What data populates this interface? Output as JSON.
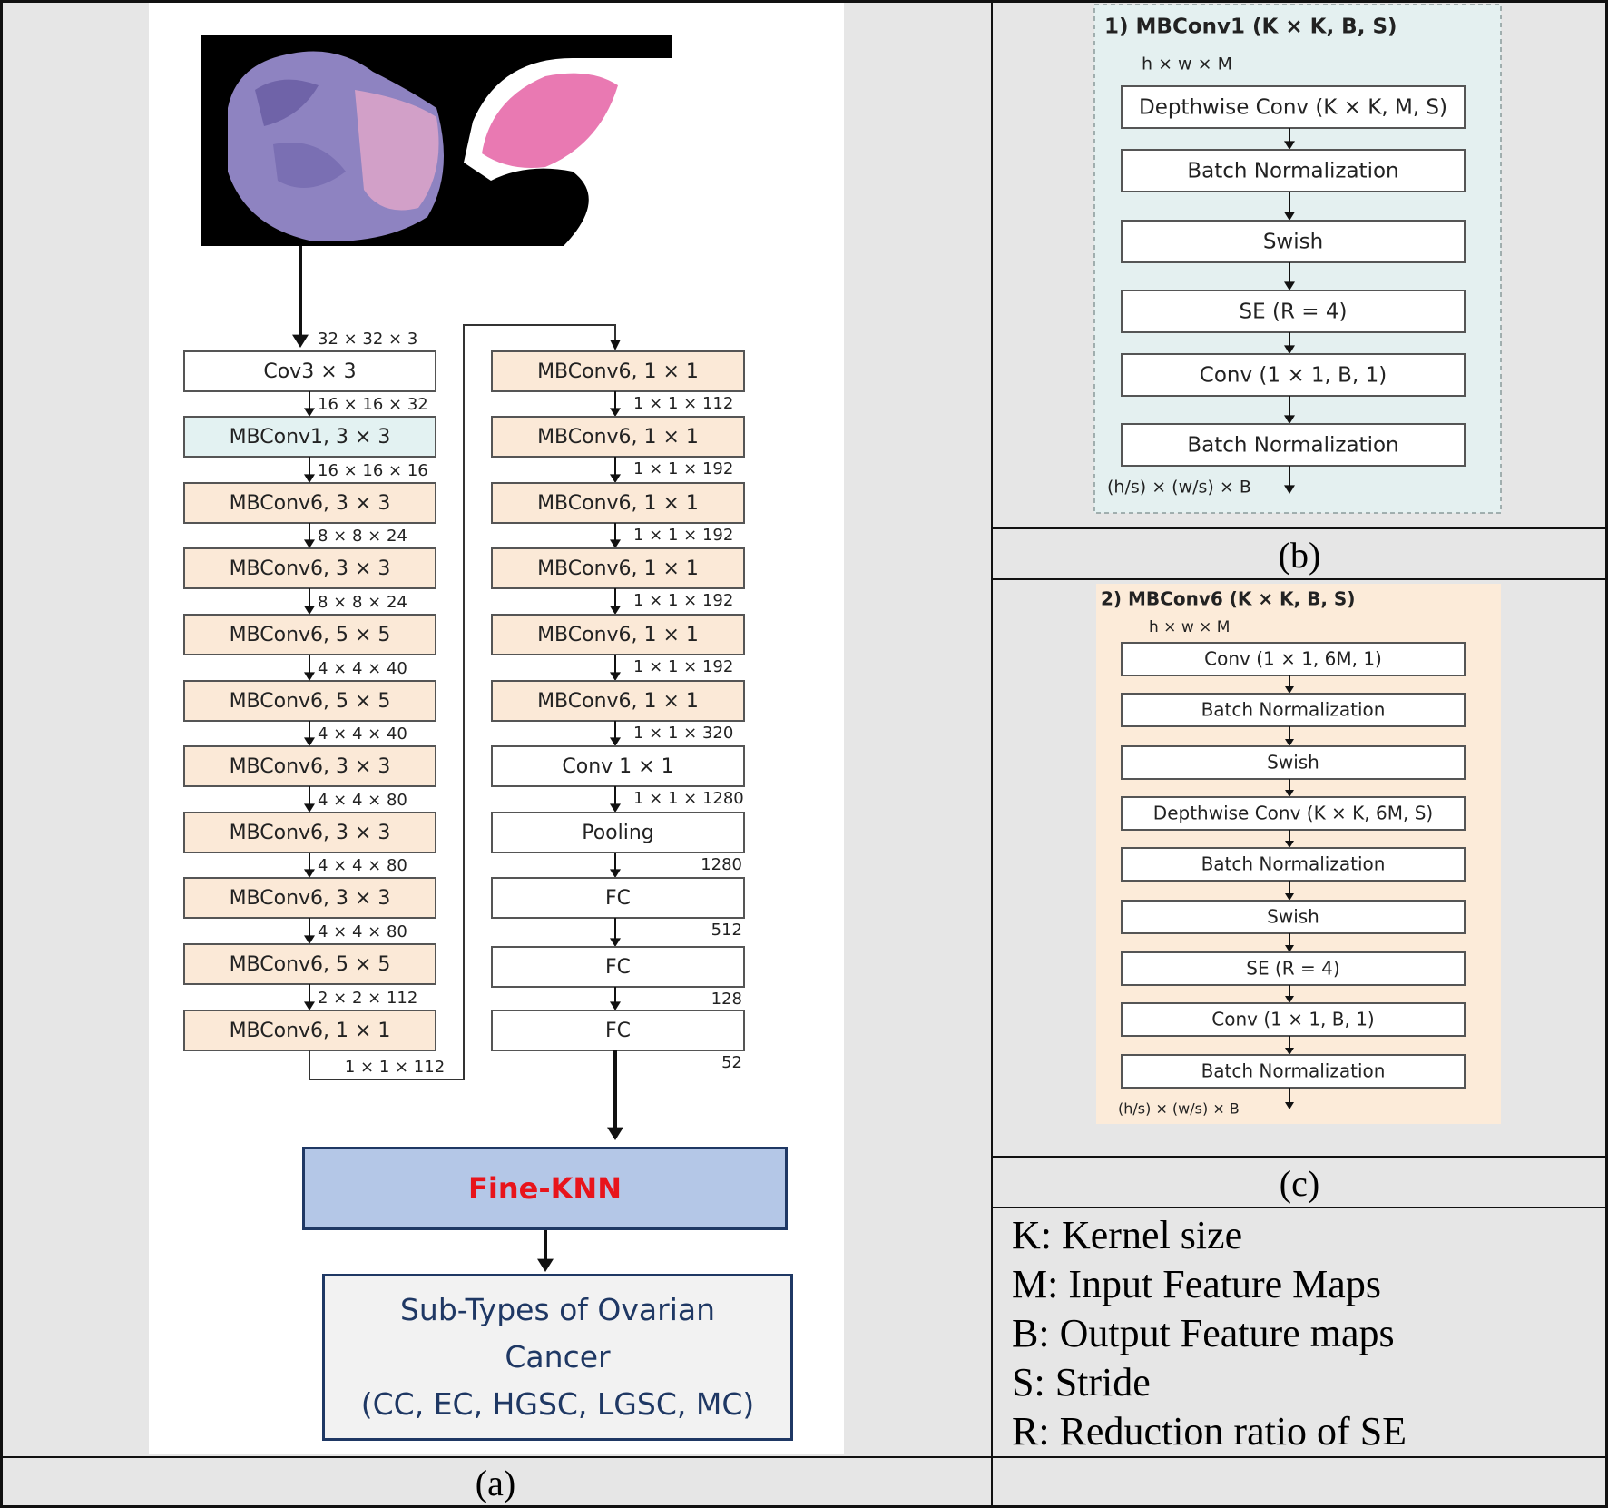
{
  "panel_a": {
    "caption": "(a)",
    "stem_col1": [
      {
        "dim": "32 × 32 × 3",
        "block": "Cov3 × 3",
        "type": "conv"
      },
      {
        "dim": "16 × 16 × 32",
        "block": "MBConv1, 3 × 3",
        "type": "mb1"
      },
      {
        "dim": "16 × 16 × 16",
        "block": "MBConv6, 3 × 3",
        "type": "mb6"
      },
      {
        "dim": "8 × 8 × 24",
        "block": "MBConv6, 3 × 3",
        "type": "mb6"
      },
      {
        "dim": "8 × 8 × 24",
        "block": "MBConv6, 5 × 5",
        "type": "mb6"
      },
      {
        "dim": "4 × 4 × 40",
        "block": "MBConv6, 5 × 5",
        "type": "mb6"
      },
      {
        "dim": "4 × 4 × 40",
        "block": "MBConv6, 3 × 3",
        "type": "mb6"
      },
      {
        "dim": "4 × 4 × 80",
        "block": "MBConv6, 3 × 3",
        "type": "mb6"
      },
      {
        "dim": "4 × 4 × 80",
        "block": "MBConv6, 3 × 3",
        "type": "mb6"
      },
      {
        "dim": "4 × 4 × 80",
        "block": "MBConv6, 5 × 5",
        "type": "mb6"
      },
      {
        "dim": "2 × 2 × 112",
        "block": "MBConv6, 1 × 1",
        "type": "mb6"
      }
    ],
    "col1_out_dim": "1 × 1 × 112",
    "col2": [
      {
        "block": "MBConv6, 1 × 1",
        "type": "mb6",
        "dim_after": "1 × 1 × 112"
      },
      {
        "block": "MBConv6, 1 × 1",
        "type": "mb6",
        "dim_after": "1 × 1 × 192"
      },
      {
        "block": "MBConv6, 1 × 1",
        "type": "mb6",
        "dim_after": "1 × 1 × 192"
      },
      {
        "block": "MBConv6, 1 × 1",
        "type": "mb6",
        "dim_after": "1 × 1 × 192"
      },
      {
        "block": "MBConv6, 1 × 1",
        "type": "mb6",
        "dim_after": "1 × 1 × 192"
      },
      {
        "block": "MBConv6, 1 × 1",
        "type": "mb6",
        "dim_after": "1 × 1 × 320"
      },
      {
        "block": "Conv 1 × 1",
        "type": "conv",
        "dim_after": "1 × 1 × 1280"
      },
      {
        "block": "Pooling",
        "type": "conv",
        "dim_after": "1280"
      },
      {
        "block": "FC",
        "type": "conv",
        "dim_after": "512"
      },
      {
        "block": "FC",
        "type": "conv",
        "dim_after": "128"
      },
      {
        "block": "FC",
        "type": "conv",
        "dim_after": "52"
      }
    ],
    "classifier": "Fine-KNN",
    "output_lines": [
      "Sub-Types of Ovarian",
      "Cancer",
      "(CC, EC, HGSC, LGSC, MC)"
    ]
  },
  "panel_b": {
    "caption": "(b)",
    "title": "1) MBConv1 (K × K, B, S)",
    "input_dim": "h × w × M",
    "blocks": [
      "Depthwise Conv (K × K, M, S)",
      "Batch Normalization",
      "Swish",
      "SE (R = 4)",
      "Conv (1 × 1, B, 1)",
      "Batch Normalization"
    ],
    "output_dim": "(h/s) × (w/s) × B"
  },
  "panel_c": {
    "caption": "(c)",
    "title": "2) MBConv6 (K × K, B, S)",
    "input_dim": "h × w × M",
    "blocks": [
      "Conv (1 × 1, 6M, 1)",
      "Batch Normalization",
      "Swish",
      "Depthwise Conv (K × K, 6M, S)",
      "Batch Normalization",
      "Swish",
      "SE (R = 4)",
      "Conv (1 × 1, B, 1)",
      "Batch Normalization"
    ],
    "output_dim": "(h/s) × (w/s) × B"
  },
  "legend": [
    "K: Kernel size",
    "M: Input Feature Maps",
    "B: Output Feature maps",
    "S: Stride",
    "R: Reduction ratio of SE"
  ],
  "colors": {
    "mb6_fill": "#fbe9d7",
    "mb1_fill": "#e3f2f2",
    "knn_fill": "#b4c7e7",
    "knn_text": "#e8141b",
    "output_text": "#1f3864",
    "panel_b_bg": "#e4f0f0",
    "panel_c_bg": "#fcebd9"
  }
}
